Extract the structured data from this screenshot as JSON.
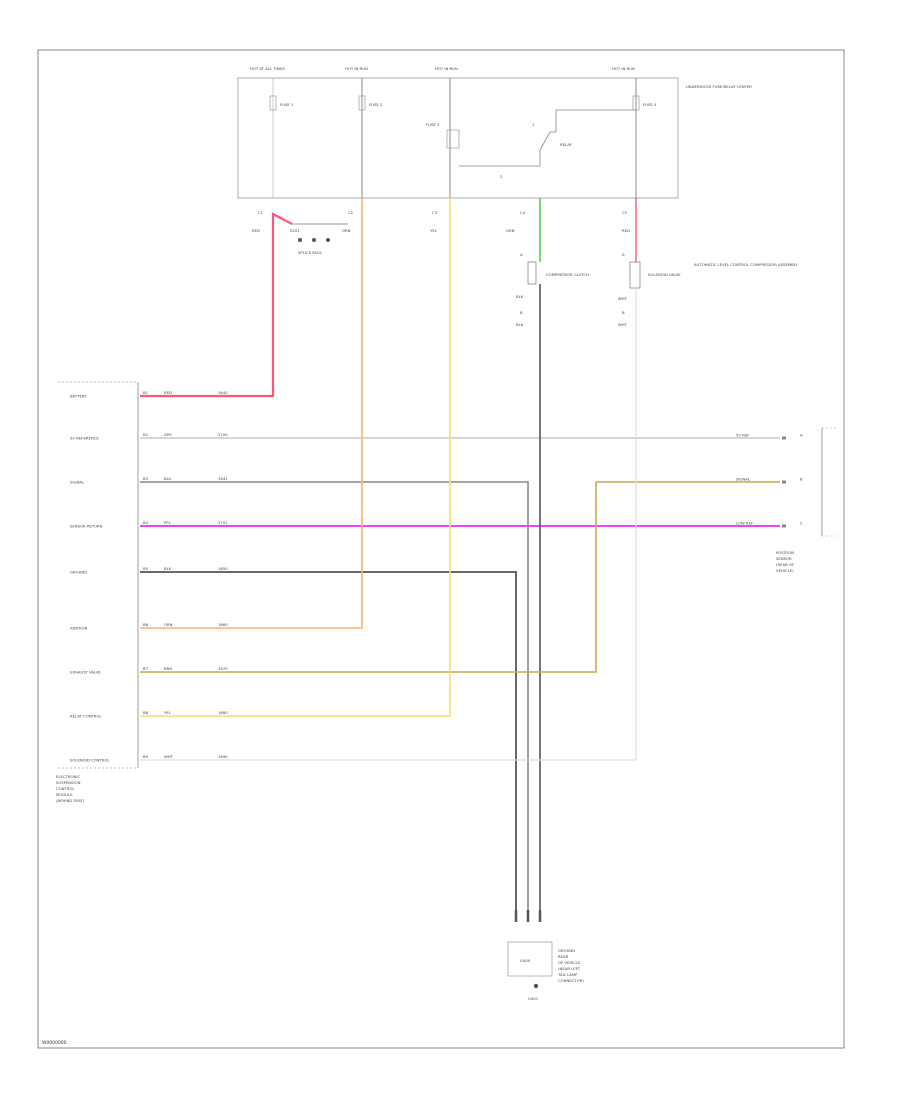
{
  "diagram": {
    "figure_id": "W0000000",
    "colors": {
      "frame": "#888888",
      "red": "#ff5577",
      "gray": "#c8c8c8",
      "dark": "#555555",
      "mid": "#888888",
      "magenta": "#ee44ee",
      "orange": "#ffb070",
      "tan": "#c8a850",
      "yellow": "#f0e070",
      "green": "#55cc55",
      "light": "#dddddd"
    },
    "fuse_block": {
      "columns": [
        "HOT AT ALL TIMES",
        "HOT IN RUN",
        "HOT IN RUN",
        "HOT IN RUN"
      ],
      "fuse_labels": [
        "FUSE 1",
        "FUSE 2",
        "FUSE 3",
        "FUSE 4"
      ],
      "relay_label": "RELAY",
      "relay_contacts": [
        "1",
        "2"
      ],
      "block_label": "UNDERHOOD FUSE/RELAY CENTER",
      "pins": [
        "C1",
        "C2",
        "C3",
        "C4",
        "C5"
      ],
      "wire_codes": [
        "RED",
        "ORN",
        "YEL",
        "GRN",
        "RED"
      ]
    },
    "splice_label": "SPLICE PACK",
    "splice_code": "S201",
    "compressor_clutch": {
      "label": "COMPRESSOR CLUTCH",
      "pins": [
        "A",
        "B"
      ],
      "codes": [
        "BLK",
        "BLK"
      ]
    },
    "solenoid": {
      "label": "SOLENOID VALVE",
      "pins": [
        "A",
        "B"
      ],
      "codes": [
        "WHT",
        "WHT"
      ]
    },
    "right_note": "AUTOMATIC LEVEL CONTROL COMPRESSOR ASSEMBLY",
    "module": {
      "pins": [
        {
          "label": "BATTERY",
          "pin": "B1",
          "color_code": "RED",
          "wire": "1640"
        },
        {
          "label": "5V REFERENCE",
          "pin": "B2",
          "color_code": "GRY",
          "wire": "2700"
        },
        {
          "label": "SIGNAL",
          "pin": "B3",
          "color_code": "BLU",
          "wire": "1641"
        },
        {
          "label": "SENSOR RETURN",
          "pin": "B4",
          "color_code": "PPL",
          "wire": "2751"
        },
        {
          "label": "GROUND",
          "pin": "B5",
          "color_code": "BLK",
          "wire": "1650"
        },
        {
          "label": "IGNITION",
          "pin": "B6",
          "color_code": "ORN",
          "wire": "1660"
        },
        {
          "label": "EXHAUST VALVE",
          "pin": "B7",
          "color_code": "BRN",
          "wire": "1670"
        },
        {
          "label": "RELAY CONTROL",
          "pin": "B8",
          "color_code": "YEL",
          "wire": "1680"
        },
        {
          "label": "SOLENOID CONTROL",
          "pin": "B9",
          "color_code": "WHT",
          "wire": "1690"
        }
      ],
      "caption": [
        "ELECTRONIC",
        "SUSPENSION",
        "CONTROL",
        "MODULE",
        "(BEHIND SEAT)"
      ]
    },
    "sensor": {
      "pins": [
        {
          "label": "5V REF",
          "pin": "A"
        },
        {
          "label": "SIGNAL",
          "pin": "B"
        },
        {
          "label": "LOW REF",
          "pin": "C"
        }
      ],
      "caption": [
        "POSITION",
        "SENSOR",
        "(REAR OF",
        "VEHICLE)"
      ]
    },
    "ground": {
      "box_label": "G400",
      "label": "GROUND",
      "note": [
        "REAR",
        "OF VEHICLE",
        "(NEAR LEFT",
        "TAIL LAMP",
        "CONNECTOR)"
      ],
      "code": "G401"
    }
  }
}
